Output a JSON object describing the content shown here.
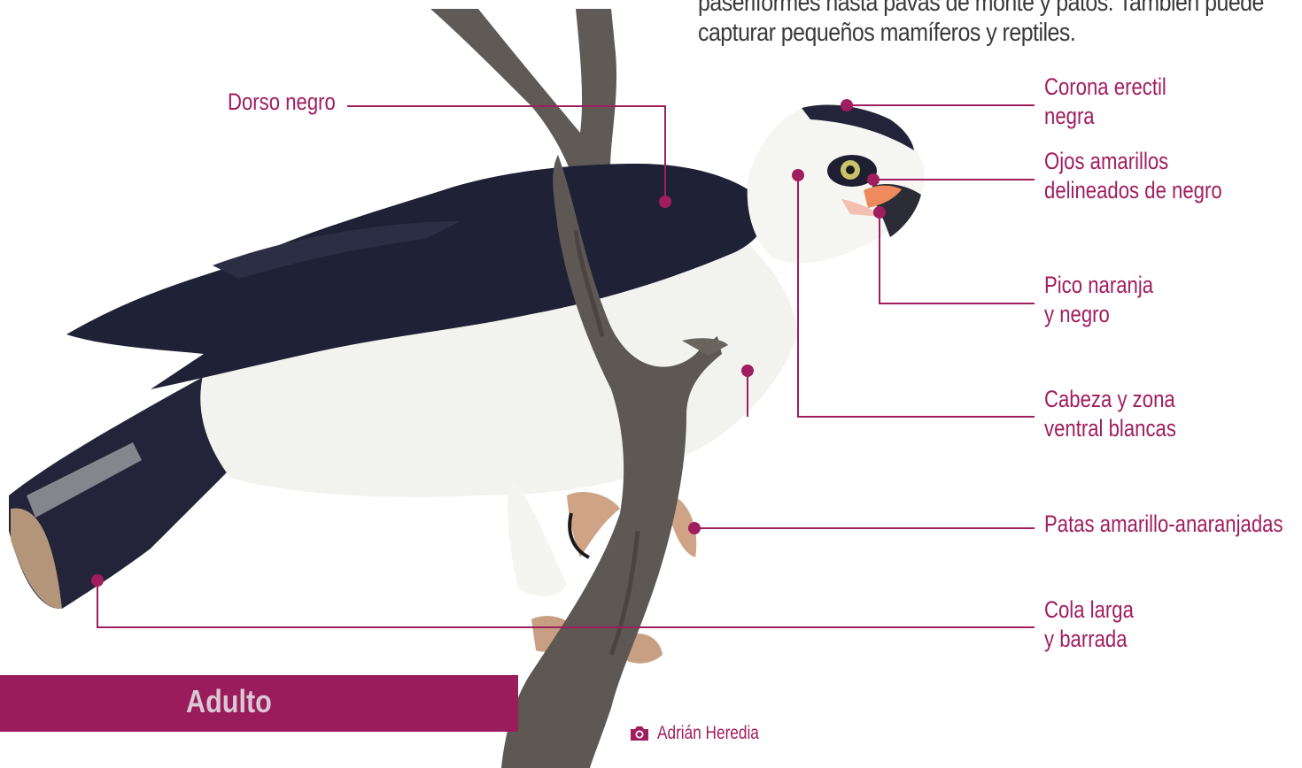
{
  "intro": {
    "line1": "paseriformes hasta pavas de monte y patos. También puede",
    "line2": "capturar pequeños mamíferos y reptiles."
  },
  "labels": {
    "dorso": "Dorso negro",
    "corona": [
      "Corona erectil",
      "negra"
    ],
    "ojos": [
      "Ojos amarillos",
      "delineados de negro"
    ],
    "pico": [
      "Pico naranja",
      "y negro"
    ],
    "cabeza": [
      "Cabeza y zona",
      "ventral blancas"
    ],
    "patas": "Patas amarillo-anaranjadas",
    "cola": [
      "Cola larga",
      "y barrada"
    ]
  },
  "stage_label": "Adulto",
  "photo_credit": "Adrián Heredia",
  "colors": {
    "accent": "#a01d5f",
    "bar": "#9b1c5c",
    "wing": "#1f2136",
    "body": "#f2f3ee",
    "branch": "#5d5853"
  },
  "icons": {
    "credit": "camera-icon"
  }
}
